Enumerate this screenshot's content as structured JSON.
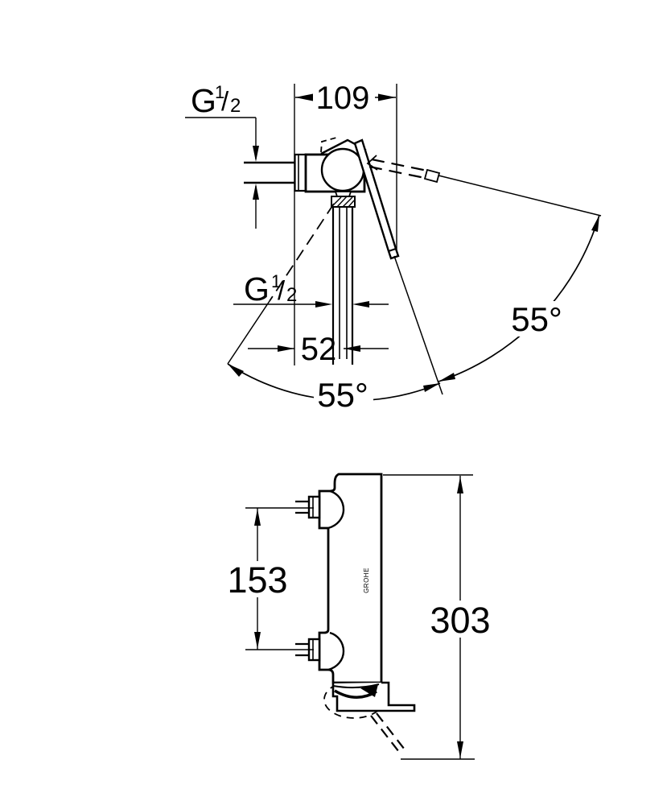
{
  "drawing": {
    "labels": {
      "inlet_thread": {
        "g": "G",
        "num": "1",
        "slash": "/",
        "den": "2"
      },
      "outlet_thread": {
        "g": "G",
        "num": "1",
        "slash": "/",
        "den": "2"
      },
      "body_width": "109",
      "outlet_offset": "52",
      "angle_upper": "55°",
      "angle_lower": "55°",
      "port_spacing": "153",
      "overall_height": "303",
      "brand": "GROHE"
    },
    "colors": {
      "ink": "#000000",
      "background": "#ffffff"
    }
  }
}
